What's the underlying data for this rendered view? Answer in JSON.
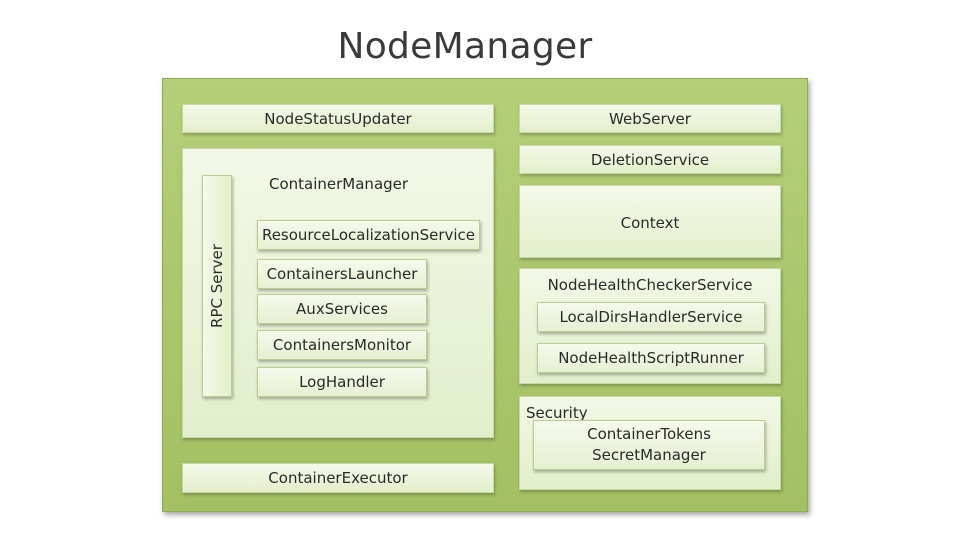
{
  "title": "NodeManager",
  "left_column": {
    "node_status_updater": "NodeStatusUpdater",
    "container_manager": {
      "label": "ContainerManager",
      "rpc_server": "RPC Server",
      "components": [
        "ResourceLocalizationService",
        "ContainersLauncher",
        "AuxServices",
        "ContainersMonitor",
        "LogHandler"
      ]
    },
    "container_executor": "ContainerExecutor"
  },
  "right_column": {
    "web_server": "WebServer",
    "deletion_service": "DeletionService",
    "context": "Context",
    "node_health_checker": {
      "label": "NodeHealthCheckerService",
      "components": [
        "LocalDirsHandlerService",
        "NodeHealthScriptRunner"
      ]
    },
    "security": {
      "label": "Security",
      "token_line1": "ContainerTokens",
      "token_line2": "SecretManager"
    }
  }
}
